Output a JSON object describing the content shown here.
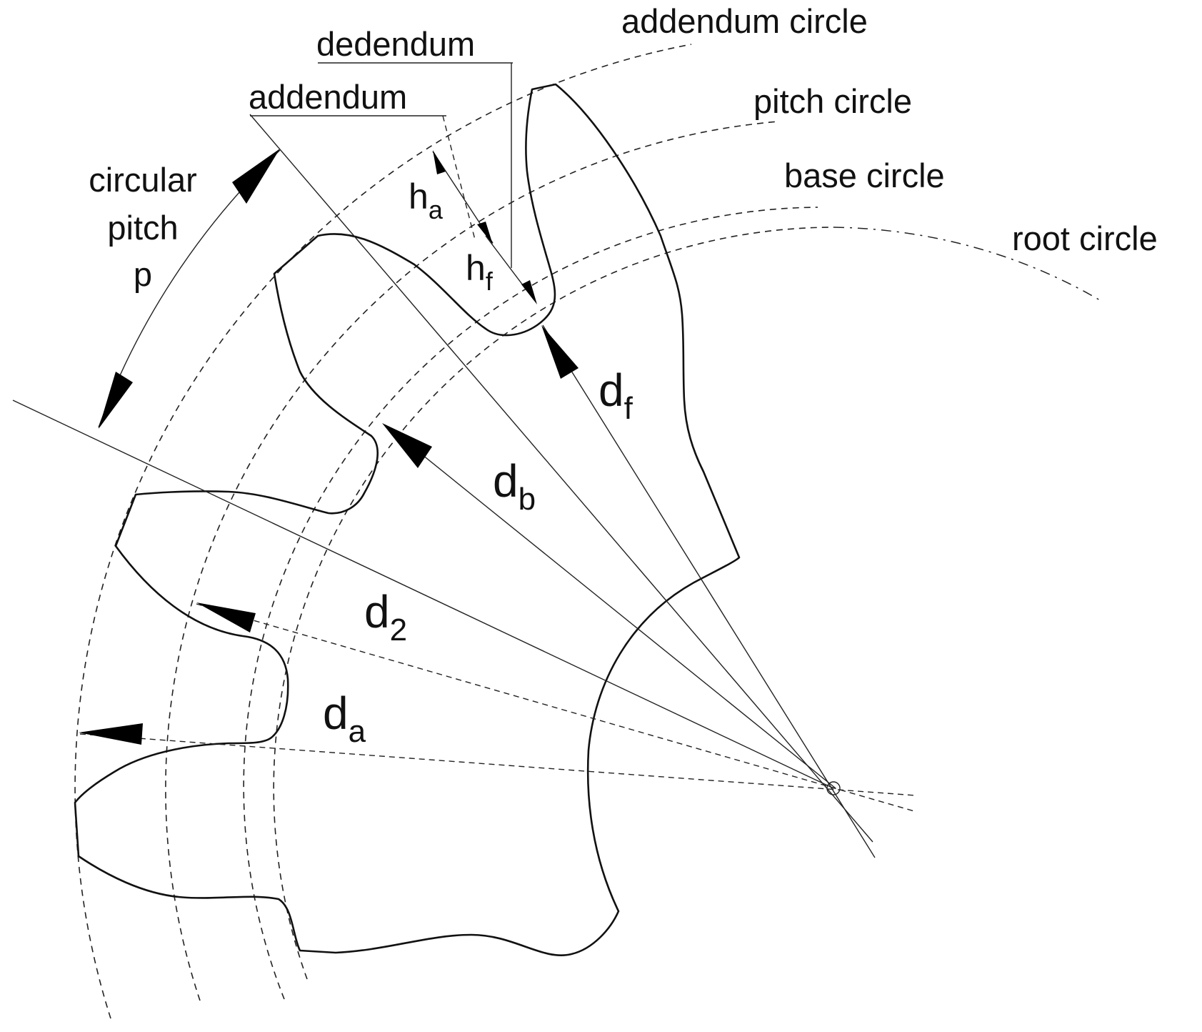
{
  "labels": {
    "addendum_circle": "addendum circle",
    "dedendum": "dedendum",
    "addendum": "addendum",
    "pitch_circle": "pitch circle",
    "base_circle": "base circle",
    "root_circle": "root circle",
    "circular_pitch_line1": "circular",
    "circular_pitch_line2": "pitch",
    "circular_pitch_line3": "p"
  },
  "symbols": {
    "ha": {
      "base": "h",
      "sub": "a"
    },
    "hf": {
      "base": "h",
      "sub": "f"
    },
    "df": {
      "base": "d",
      "sub": "f"
    },
    "db": {
      "base": "d",
      "sub": "b"
    },
    "d2": {
      "base": "d",
      "sub": "2"
    },
    "da": {
      "base": "d",
      "sub": "a"
    }
  },
  "colors": {
    "ink": "#111111",
    "background": "#ffffff"
  }
}
